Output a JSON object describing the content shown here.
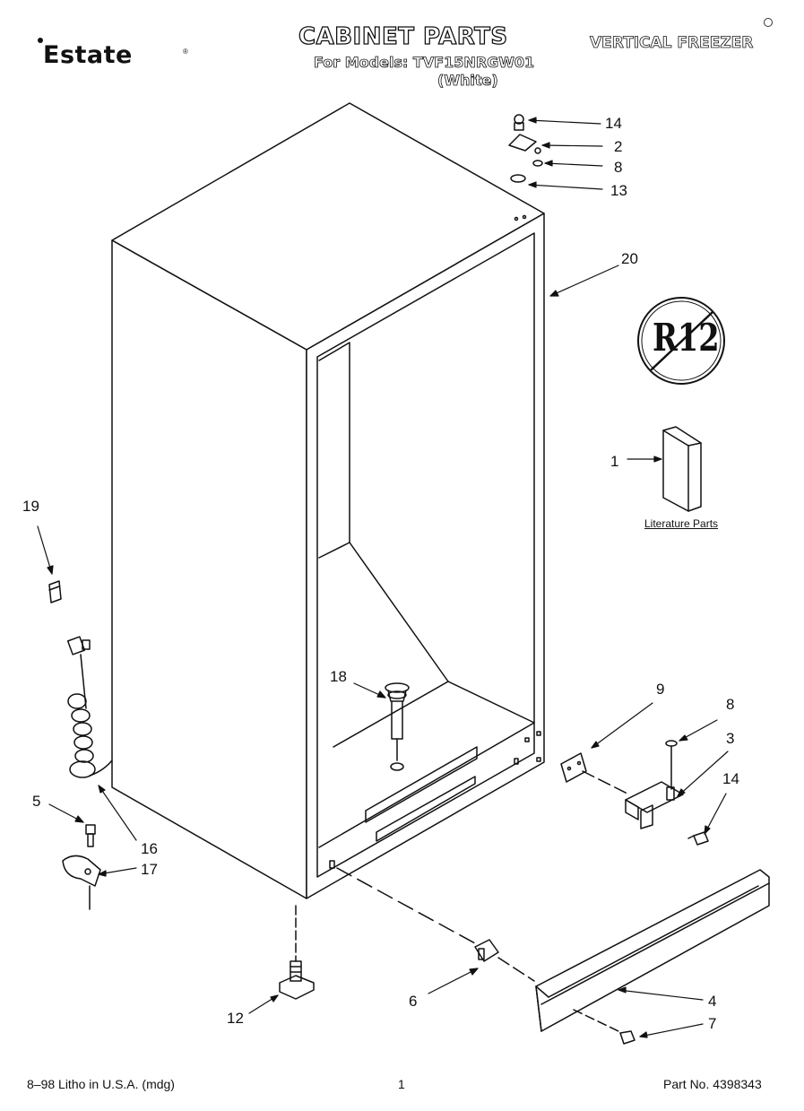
{
  "header": {
    "brand": "Estate",
    "brand_mark": "®",
    "title": "CABINET PARTS",
    "models_line": "For Models: TVF15NRGW01",
    "color_line": "(White)",
    "product_type": "VERTICAL FREEZER"
  },
  "diagram": {
    "icon": "no-r12-symbol",
    "r12_text": "R12",
    "literature_label": "Literature Parts",
    "callouts": [
      "14",
      "2",
      "8",
      "13",
      "20",
      "1",
      "19",
      "18",
      "9",
      "8",
      "3",
      "14",
      "5",
      "16",
      "17",
      "12",
      "6",
      "4",
      "7"
    ]
  },
  "footer": {
    "left": "8–98 Litho in U.S.A. (mdg)",
    "page": "1",
    "part_no": "Part No. 4398343"
  },
  "colors": {
    "ink": "#111111",
    "paper": "#ffffff"
  }
}
